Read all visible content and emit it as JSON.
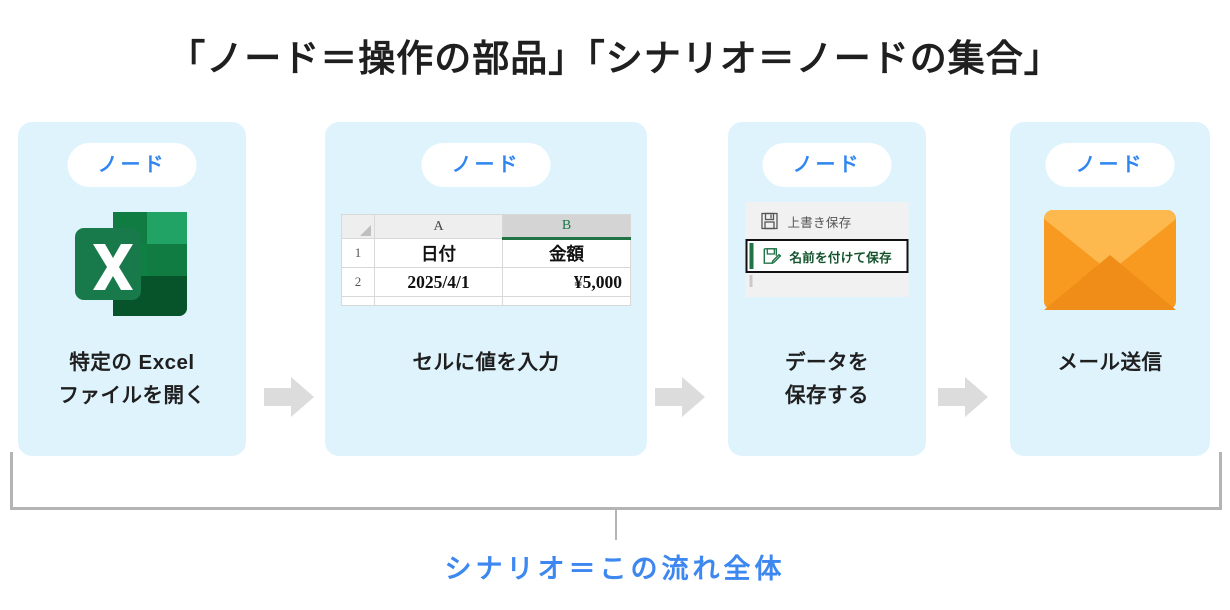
{
  "title": "「ノード＝操作の部品」「シナリオ＝ノードの集合」",
  "badge_label": "ノード",
  "colors": {
    "card_bg": "#dff3fd",
    "accent_blue": "#2f86f0",
    "caption_blue": "#3d87f0",
    "arrow_gray": "#dcdcdc",
    "bracket_gray": "#b4b4b4",
    "excel_green": "#217346",
    "envelope_orange": "#f59725"
  },
  "cards": [
    {
      "badge": "ノード",
      "visual": "excel-file-icon",
      "caption_lines": [
        "特定の Excel",
        "ファイルを開く"
      ]
    },
    {
      "badge": "ノード",
      "visual": "spreadsheet",
      "caption_lines": [
        "セルに値を入力"
      ],
      "spreadsheet": {
        "column_headers": [
          "A",
          "B"
        ],
        "selected_column": "B",
        "row_numbers": [
          "1",
          "2"
        ],
        "rows": [
          [
            "日付",
            "金額"
          ],
          [
            "2025/4/1",
            "¥5,000"
          ]
        ]
      }
    },
    {
      "badge": "ノード",
      "visual": "save-menu",
      "caption_lines": [
        "データを",
        "保存する"
      ],
      "menu": {
        "items": [
          {
            "label": "上書き保存",
            "icon": "floppy-disk-icon",
            "selected": false
          },
          {
            "label": "名前を付けて保存",
            "icon": "save-as-icon",
            "selected": true
          }
        ]
      }
    },
    {
      "badge": "ノード",
      "visual": "envelope-icon",
      "caption_lines": [
        "メール送信"
      ]
    }
  ],
  "arrows": [
    "arrow-right-icon",
    "arrow-right-icon",
    "arrow-right-icon"
  ],
  "scenario_caption": "シナリオ＝この流れ全体"
}
